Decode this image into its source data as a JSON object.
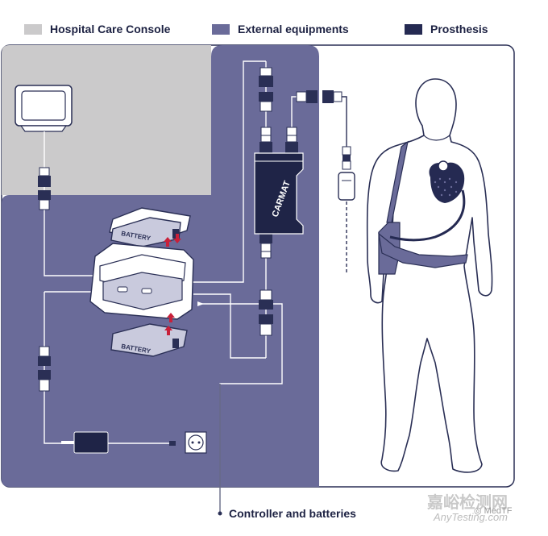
{
  "legend": {
    "items": [
      {
        "label": "Hospital Care Console",
        "color": "#cbcacb"
      },
      {
        "label": "External equipments",
        "color": "#6a6b99"
      },
      {
        "label": "Prosthesis",
        "color": "#252a52"
      }
    ]
  },
  "controller": {
    "brand": "CARMAT"
  },
  "battery": {
    "label": "BATTERY"
  },
  "caption": "Controller and batteries",
  "watermark": {
    "main": "嘉峪检测网",
    "sub": "AnyTesting.com",
    "wechat": "MedTF"
  },
  "colors": {
    "console_bg": "#cbcacb",
    "external_bg": "#6a6b99",
    "prosthesis": "#252a52",
    "outline": "#2a2f55"
  }
}
